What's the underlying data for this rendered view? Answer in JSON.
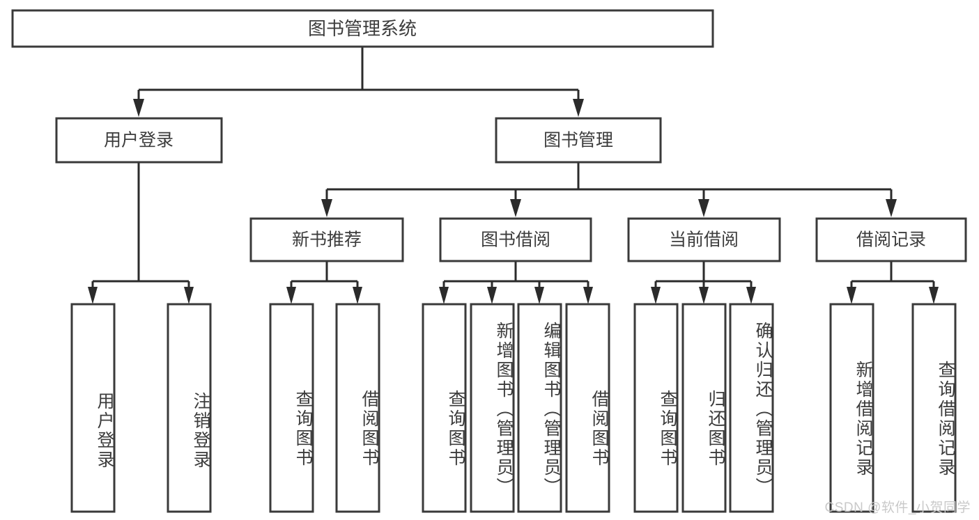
{
  "diagram": {
    "type": "tree",
    "title": "图书管理系统",
    "watermark": "CSDN @软件_小贺同学",
    "colors": {
      "box_stroke": "#3a3a3a",
      "edge_stroke": "#2b2b2b",
      "box_fill": "#ffffff",
      "text": "#3c3c3c",
      "watermark": "#c9c9c9",
      "background": "#ffffff"
    },
    "root": {
      "label": "图书管理系统"
    },
    "level2": [
      {
        "label": "用户登录"
      },
      {
        "label": "图书管理"
      }
    ],
    "level3": [
      {
        "label": "新书推荐"
      },
      {
        "label": "图书借阅"
      },
      {
        "label": "当前借阅"
      },
      {
        "label": "借阅记录"
      }
    ],
    "leaves": {
      "user_login": [
        {
          "label": "用户登录"
        },
        {
          "label": "注销登录"
        }
      ],
      "new_book_recommend": [
        {
          "label": "查询图书"
        },
        {
          "label": "借阅图书"
        }
      ],
      "book_borrow": [
        {
          "label": "查询图书"
        },
        {
          "label": "新增图书（管理员）"
        },
        {
          "label": "编辑图书（管理员）"
        },
        {
          "label": "借阅图书"
        }
      ],
      "current_borrow": [
        {
          "label": "查询图书"
        },
        {
          "label": "归还图书"
        },
        {
          "label": "确认归还（管理员）"
        }
      ],
      "borrow_records": [
        {
          "label": "新增借阅记录"
        },
        {
          "label": "查询借阅记录"
        }
      ]
    },
    "edges": [
      {
        "from": "图书管理系统",
        "to": "用户登录"
      },
      {
        "from": "图书管理系统",
        "to": "图书管理"
      },
      {
        "from": "图书管理",
        "to": "新书推荐"
      },
      {
        "from": "图书管理",
        "to": "图书借阅"
      },
      {
        "from": "图书管理",
        "to": "当前借阅"
      },
      {
        "from": "图书管理",
        "to": "借阅记录"
      },
      {
        "from": "用户登录",
        "to": "用户登录"
      },
      {
        "from": "用户登录",
        "to": "注销登录"
      },
      {
        "from": "新书推荐",
        "to": "查询图书"
      },
      {
        "from": "新书推荐",
        "to": "借阅图书"
      },
      {
        "from": "图书借阅",
        "to": "查询图书"
      },
      {
        "from": "图书借阅",
        "to": "新增图书（管理员）"
      },
      {
        "from": "图书借阅",
        "to": "编辑图书（管理员）"
      },
      {
        "from": "图书借阅",
        "to": "借阅图书"
      },
      {
        "from": "当前借阅",
        "to": "查询图书"
      },
      {
        "from": "当前借阅",
        "to": "归还图书"
      },
      {
        "from": "当前借阅",
        "to": "确认归还（管理员）"
      },
      {
        "from": "借阅记录",
        "to": "新增借阅记录"
      },
      {
        "from": "借阅记录",
        "to": "查询借阅记录"
      }
    ]
  }
}
